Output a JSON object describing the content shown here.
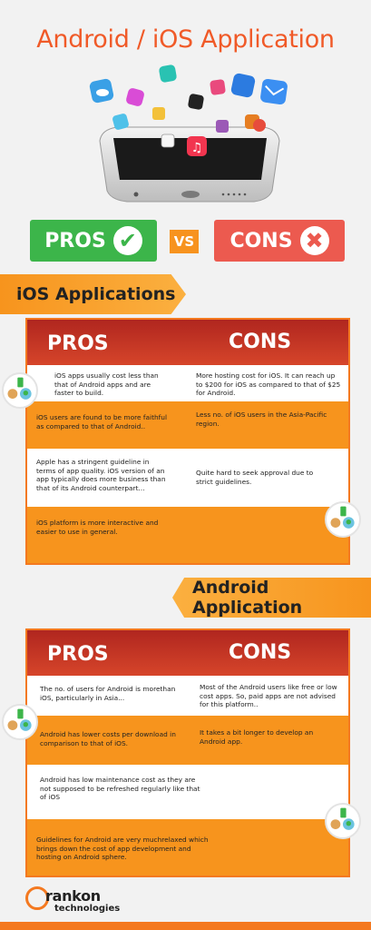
{
  "title": "Android / iOS Application",
  "badges": {
    "pros": "PROS",
    "vs": "VS",
    "cons": "CONS",
    "check_icon": "check-icon",
    "cross_icon": "cross-icon"
  },
  "ios": {
    "banner": "iOS Applications",
    "header": {
      "pros": "PROS",
      "cons": "CONS"
    },
    "rows": [
      {
        "pros": "iOS apps usually cost less than that of Android apps and are faster to build.",
        "cons": "More hosting cost for iOS. It can reach up to $200 for iOS as compared to that of $25 for Android."
      },
      {
        "pros": "iOS users are found to be more faithful as compared to that of Android..",
        "cons": "Less no. of iOS users in the Asia-Pacific region."
      },
      {
        "pros": "Apple has a stringent guideline in terms of app quality. iOS version of an app typically does more business than that of its Android counterpart...",
        "cons": "Quite hard to seek approval due to strict guidelines."
      },
      {
        "pros": "iOS platform is more interactive and easier to use in general.",
        "cons": ""
      }
    ]
  },
  "android": {
    "banner": "Android  Application",
    "header": {
      "pros": "PROS",
      "cons": "CONS"
    },
    "rows": [
      {
        "pros": "The no. of users for Android is morethan iOS, particularly in Asia...",
        "cons": "Most of the Android users like free or low cost apps. So, paid apps are not advised for this platform.."
      },
      {
        "pros": "Android has lower costs per download in comparison to that of iOS.",
        "cons": "It takes a bit longer to develop an Android app."
      },
      {
        "pros": "Android has low maintenance cost as they are not supposed to be refreshed regularly like that of iOS",
        "cons": ""
      },
      {
        "pros": "Guidelines for Android are very muchrelaxed which brings down the cost of app development and hosting on Android sphere.",
        "cons": ""
      }
    ]
  },
  "footer": {
    "logo_word": "rankon",
    "logo_sub": "technologies"
  },
  "colors": {
    "accent": "#f05a28",
    "orange": "#f7941d",
    "green": "#3cb54a",
    "red": "#ec5a4f",
    "header_red": "#c0332a"
  }
}
